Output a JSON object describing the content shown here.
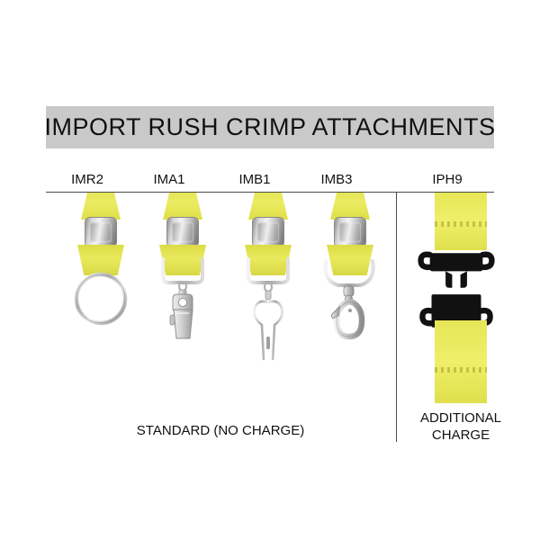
{
  "banner": {
    "title": "IMPORT RUSH CRIMP ATTACHMENTS",
    "background_color": "#c9c9c9",
    "text_color": "#111111"
  },
  "colors": {
    "webbing_yellow": "#e8e84f",
    "chrome": "#c9c9c9",
    "plastic_black": "#111111",
    "rule": "#4a4a4a",
    "page_background": "#ffffff"
  },
  "products": [
    {
      "code": "IMR2",
      "attachment": "split-ring",
      "group": "standard"
    },
    {
      "code": "IMA1",
      "attachment": "bulldog-clip",
      "group": "standard"
    },
    {
      "code": "IMB1",
      "attachment": "swivel-j-hook",
      "group": "standard"
    },
    {
      "code": "IMB3",
      "attachment": "lobster-claw",
      "group": "standard"
    },
    {
      "code": "IPH9",
      "attachment": "plastic-breakaway-buckle",
      "group": "additional"
    }
  ],
  "captions": {
    "standard": "STANDARD (NO CHARGE)",
    "additional_line1": "ADDITIONAL",
    "additional_line2": "CHARGE"
  }
}
